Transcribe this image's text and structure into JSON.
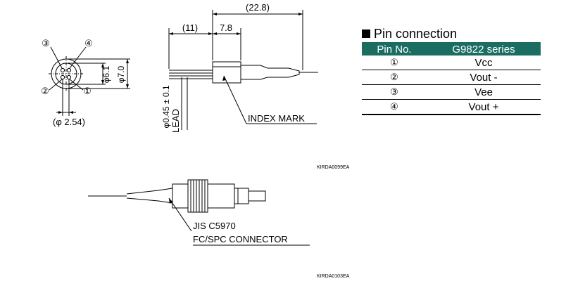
{
  "pin_table": {
    "title": "Pin connection",
    "headers": [
      "Pin No.",
      "G9822 series"
    ],
    "rows": [
      {
        "pin": "①",
        "signal": "Vcc"
      },
      {
        "pin": "②",
        "signal": "Vout -"
      },
      {
        "pin": "③",
        "signal": "Vee"
      },
      {
        "pin": "④",
        "signal": "Vout +"
      }
    ]
  },
  "front_view": {
    "pin_labels": [
      "③",
      "④",
      "②",
      "①"
    ],
    "dim_inner": "φ6.1",
    "dim_outer": "φ7.0",
    "dim_pitch": "(φ 2.54)"
  },
  "side_view": {
    "dim_total": "(22.8)",
    "dim_lead_length": "(11)",
    "dim_body": "7.8",
    "lead_spec": "φ0.45 ± 0.1",
    "lead_label": "LEAD",
    "index_mark": "INDEX MARK",
    "drawing_code": "KIRDA0099EA"
  },
  "connector_view": {
    "standard": "JIS C5970",
    "type": "FC/SPC CONNECTOR",
    "drawing_code": "KIRDA0103EA"
  }
}
